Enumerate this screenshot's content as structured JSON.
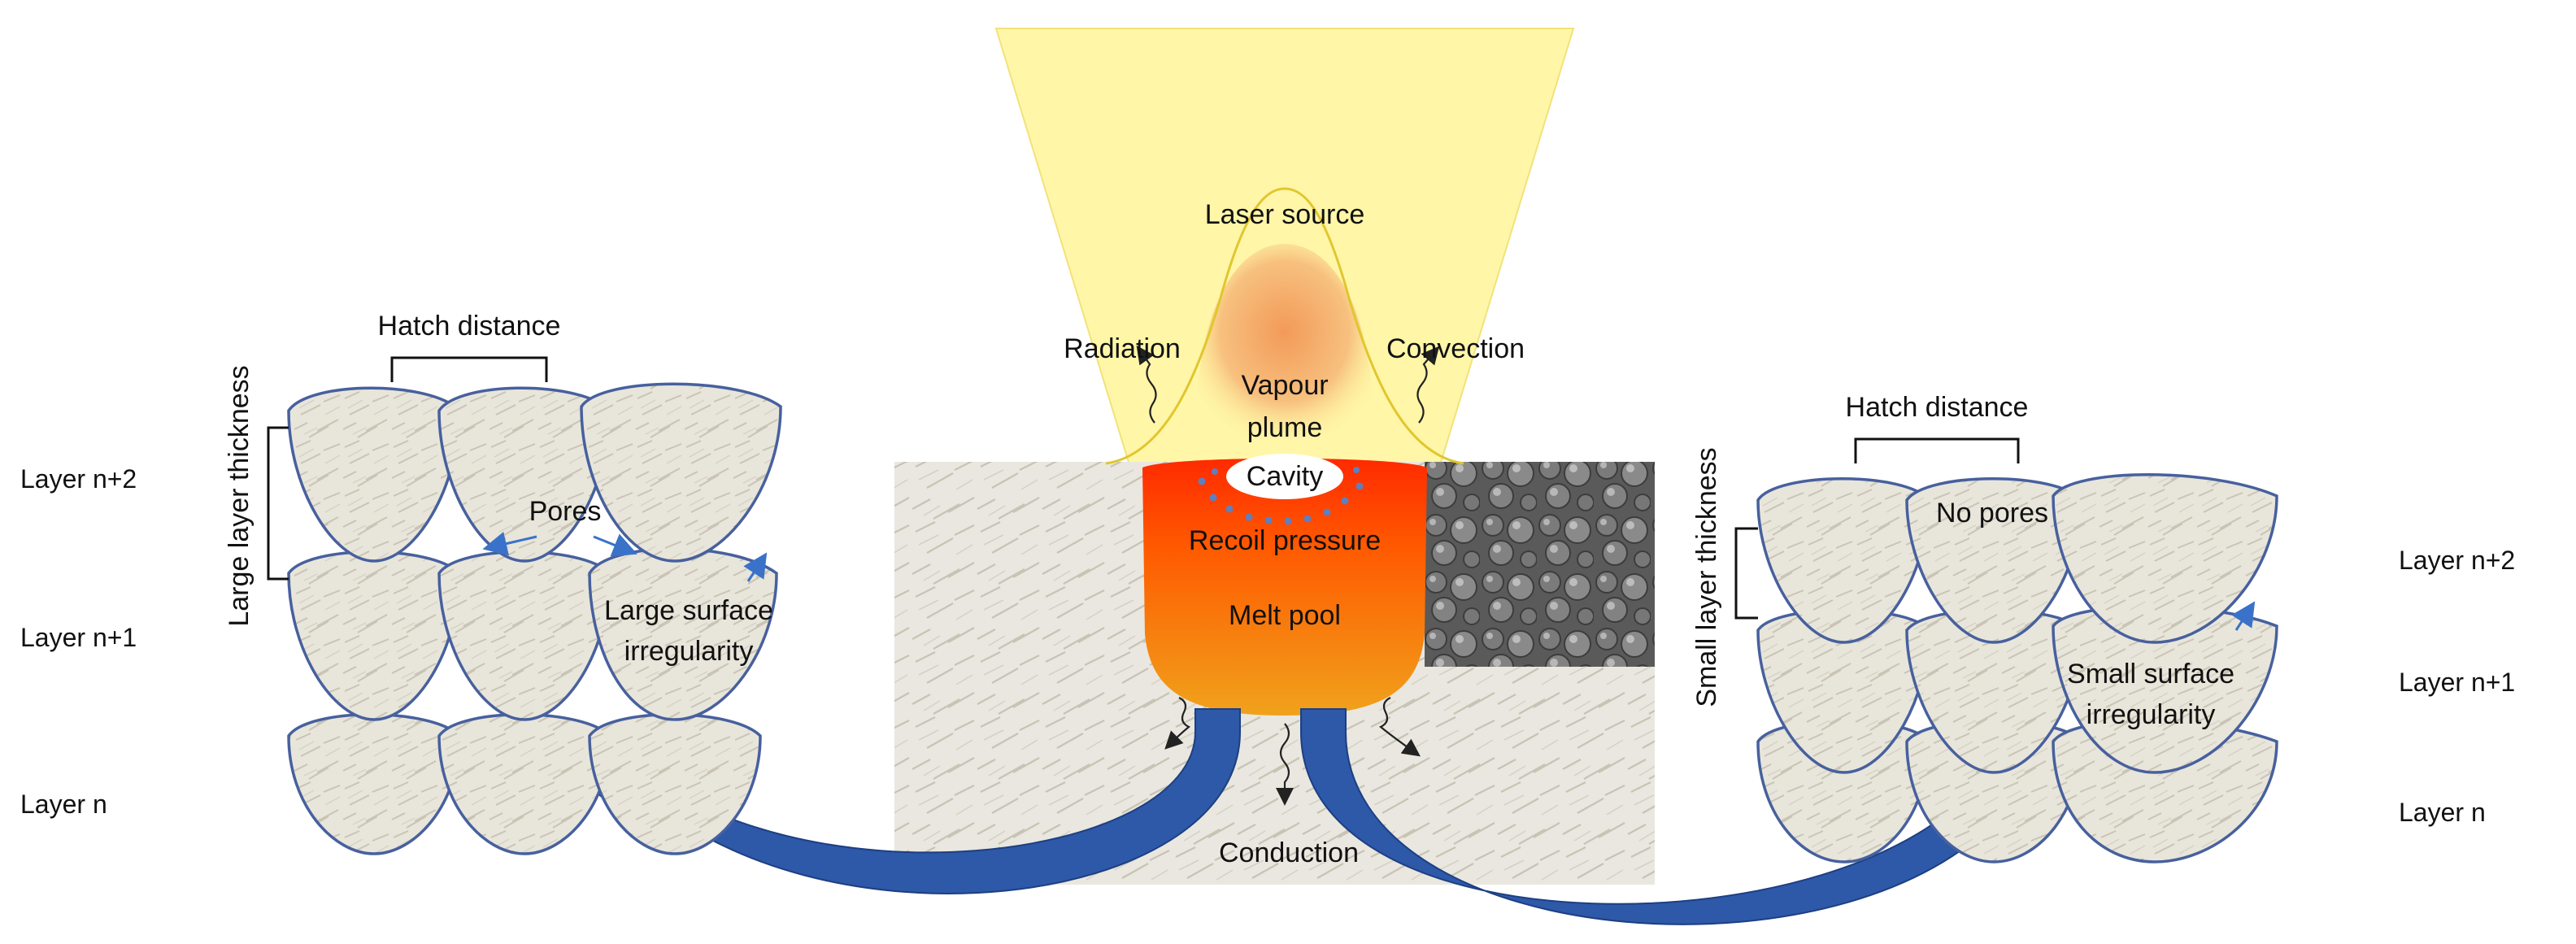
{
  "colors": {
    "beam": "#fff6a8",
    "beam_edge": "#f3e27a",
    "gaussian": "#e1c62e",
    "plume": "#f4a25f",
    "melt_pool_top": "#ff2a00",
    "melt_pool_bottom": "#f0a21c",
    "arrow": "#2e58a8",
    "bead_fill": "#e8e5da",
    "bead_edge": "#47609e",
    "powder": "#5d5d5d",
    "substrate": "#e9e7df",
    "pore_arrow": "#3a72c9"
  },
  "center": {
    "laser_source": "Laser source",
    "radiation": "Radiation",
    "convection": "Convection",
    "vapour_1": "Vapour",
    "vapour_2": "plume",
    "cavity": "Cavity",
    "recoil_pressure": "Recoil pressure",
    "melt_pool": "Melt pool",
    "conduction": "Conduction"
  },
  "left": {
    "hatch_distance": "Hatch distance",
    "layer_thickness": "Large layer thickness",
    "pores": "Pores",
    "irregularity_1": "Large surface",
    "irregularity_2": "irregularity",
    "layers": [
      "Layer n+2",
      "Layer n+1",
      "Layer n"
    ]
  },
  "right": {
    "hatch_distance": "Hatch distance",
    "layer_thickness": "Small layer thickness",
    "no_pores": "No pores",
    "irregularity_1": "Small surface",
    "irregularity_2": "irregularity",
    "layers": [
      "Layer n+2",
      "Layer n+1",
      "Layer n"
    ]
  }
}
